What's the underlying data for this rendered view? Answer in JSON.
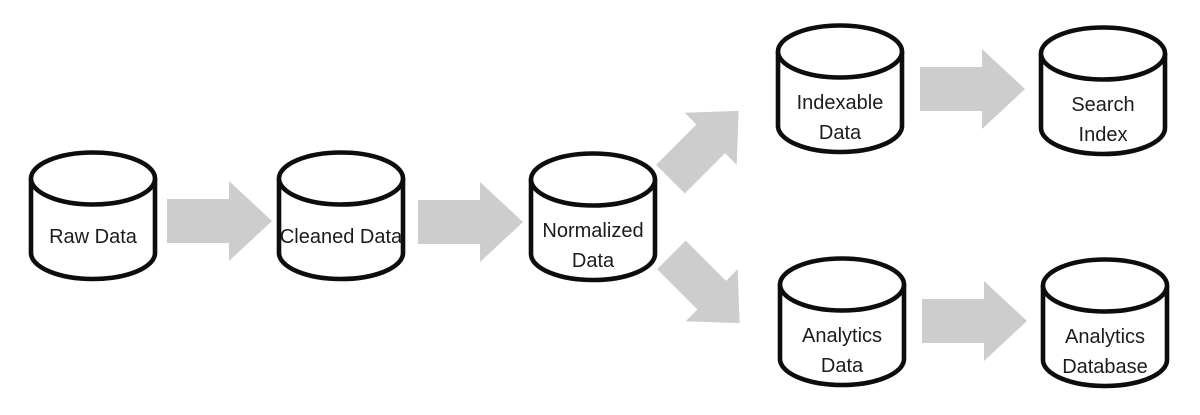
{
  "diagram": {
    "type": "data-pipeline-flow",
    "node_shape": "database-cylinder",
    "colors": {
      "background": "#ffffff",
      "stroke": "#0d0d0d",
      "text": "#1c1c1c",
      "arrow": "#cdcdcd"
    },
    "nodes": [
      {
        "id": "raw-data",
        "lines": [
          "Raw Data"
        ]
      },
      {
        "id": "cleaned-data",
        "lines": [
          "Cleaned Data"
        ]
      },
      {
        "id": "normalized-data",
        "lines": [
          "Normalized",
          "Data"
        ]
      },
      {
        "id": "indexable-data",
        "lines": [
          "Indexable",
          "Data"
        ]
      },
      {
        "id": "search-index",
        "lines": [
          "Search",
          "Index"
        ]
      },
      {
        "id": "analytics-data",
        "lines": [
          "Analytics",
          "Data"
        ]
      },
      {
        "id": "analytics-database",
        "lines": [
          "Analytics",
          "Database"
        ]
      }
    ],
    "edges": [
      {
        "from": "Raw Data",
        "to": "Cleaned Data",
        "style": "block-arrow-right"
      },
      {
        "from": "Cleaned Data",
        "to": "Normalized Data",
        "style": "block-arrow-right"
      },
      {
        "from": "Normalized Data",
        "to": "Indexable Data",
        "style": "block-arrow-up-right"
      },
      {
        "from": "Normalized Data",
        "to": "Analytics Data",
        "style": "block-arrow-down-right"
      },
      {
        "from": "Indexable Data",
        "to": "Search Index",
        "style": "block-arrow-right"
      },
      {
        "from": "Analytics Data",
        "to": "Analytics Database",
        "style": "block-arrow-right"
      }
    ]
  }
}
